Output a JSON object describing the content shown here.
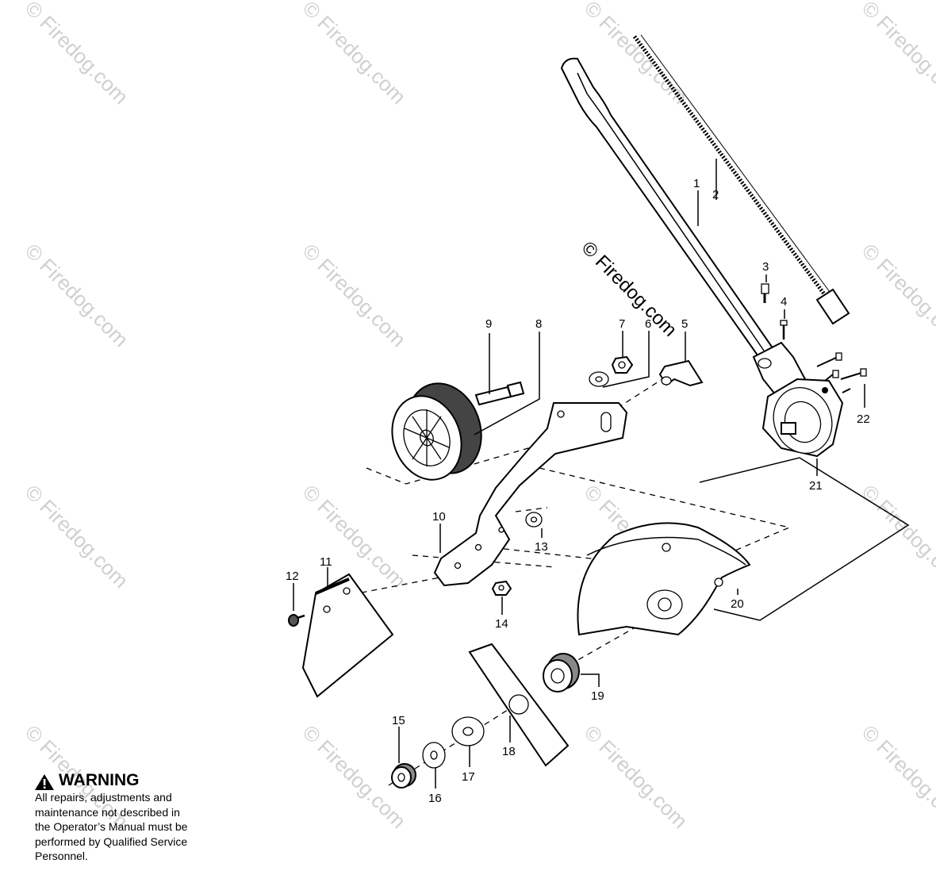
{
  "watermark": {
    "text": "© Firedog.com"
  },
  "part_labels": {
    "p1": "1",
    "p2": "2",
    "p3": "3",
    "p4": "4",
    "p5": "5",
    "p6": "6",
    "p7": "7",
    "p8": "8",
    "p9": "9",
    "p10": "10",
    "p11": "11",
    "p12": "12",
    "p13": "13",
    "p14": "14",
    "p15": "15",
    "p16": "16",
    "p17": "17",
    "p18": "18",
    "p19": "19",
    "p20": "20",
    "p21": "21",
    "p22": "22"
  },
  "warning": {
    "icon": "warning-triangle-icon",
    "title": "WARNING",
    "body": "All repairs, adjustments and\nmaintenance not described in\nthe Operator’s Manual must be\nperformed by Qualified Service\nPersonnel."
  }
}
